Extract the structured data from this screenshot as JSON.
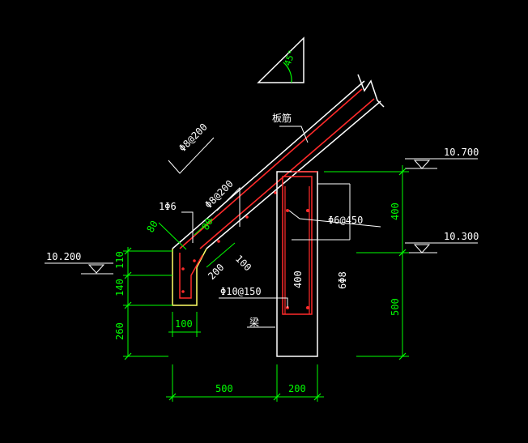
{
  "colors": {
    "background": "#000000",
    "outline": "#ffffff",
    "dimension": "#00ff00",
    "rebar": "#ff2a2a",
    "concrete_edge": "#ffff66",
    "text": "#ffffff"
  },
  "slope_symbol": {
    "angle": "45°"
  },
  "labels": {
    "slab_rebar": "板筋",
    "beam": "梁",
    "rebar_a8_200_top": "Φ8@200",
    "rebar_a8_200_mid": "Φ8@200",
    "rebar_1a6": "1Φ6",
    "rebar_a6_450": "Φ6@450",
    "rebar_6a8": "6Φ8",
    "rebar_a10_150": "Φ10@150"
  },
  "elevations": {
    "e1": "10.700",
    "e2": "10.300",
    "e3": "10.200"
  },
  "dimensions": {
    "d400_right": "400",
    "d500_right": "500",
    "d400_beam": "400",
    "d110": "110",
    "d140": "140",
    "d260": "260",
    "d100_bottom": "100",
    "d500_bottom": "500",
    "d200_bottom": "200",
    "d80_a": "80",
    "d80_b": "80",
    "d100_slant": "100",
    "d200_slant": "200"
  }
}
